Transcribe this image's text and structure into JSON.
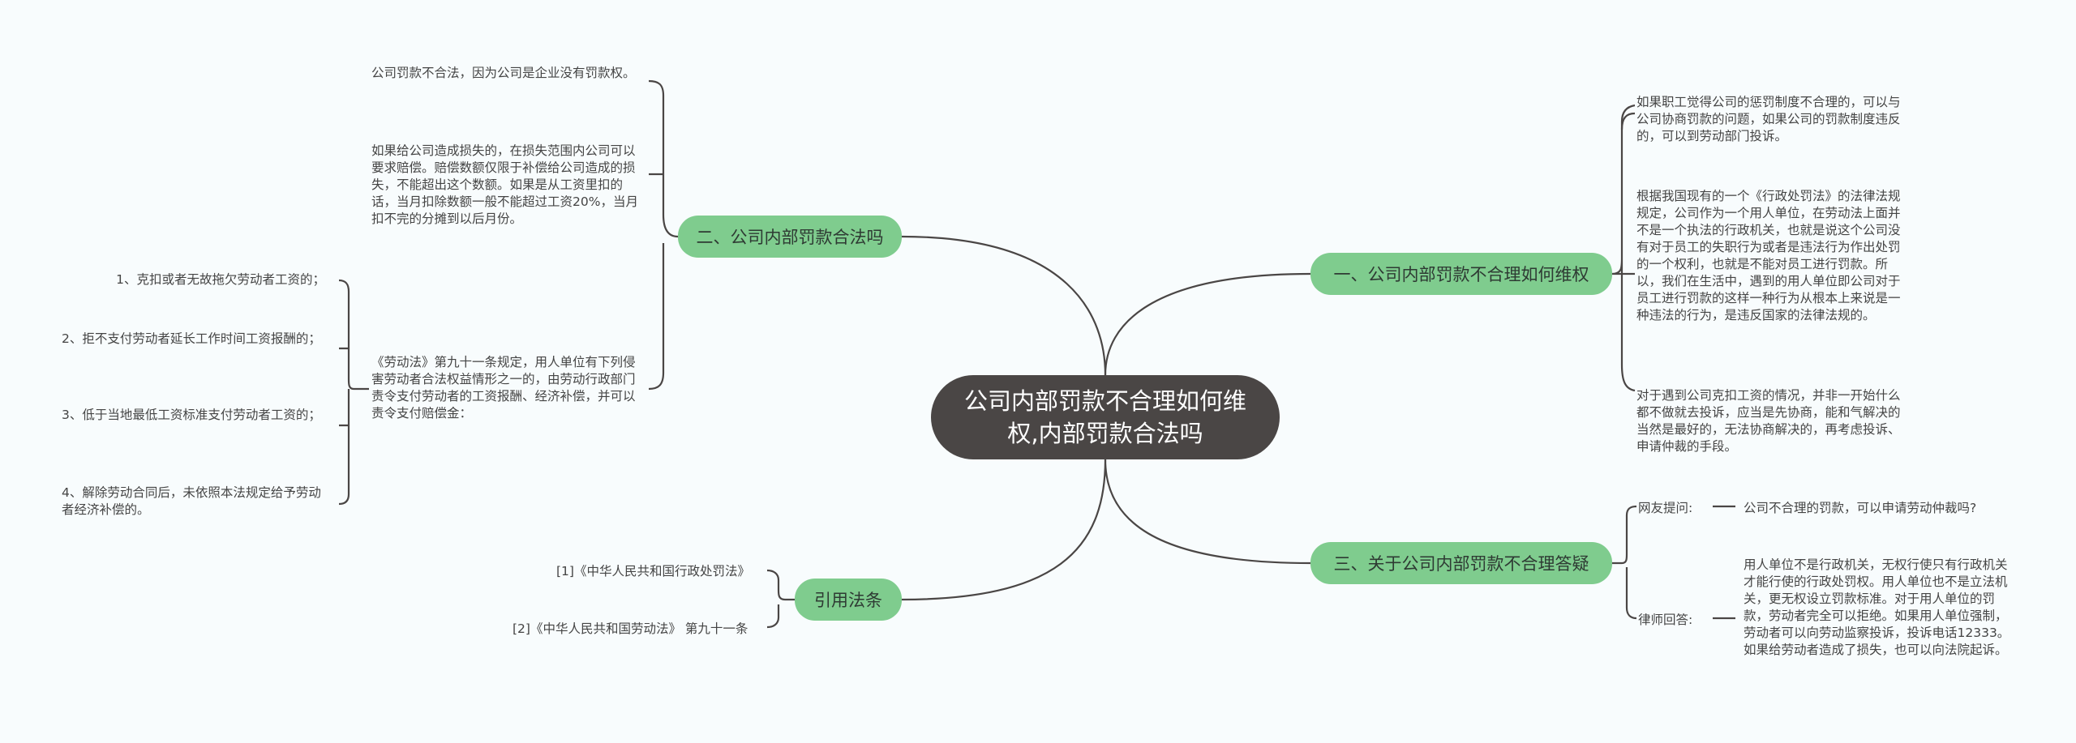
{
  "center": {
    "title": "公司内部罚款不合理如何维权,内部罚款合法吗"
  },
  "branches": {
    "b1": {
      "label": "一、公司内部罚款不合理如何维权",
      "items": [
        "如果职工觉得公司的惩罚制度不合理的，可以与公司协商罚款的问题，如果公司的罚款制度违反的，可以到劳动部门投诉。",
        "根据我国现有的一个《行政处罚法》的法律法规规定，公司作为一个用人单位，在劳动法上面并不是一个执法的行政机关，也就是说这个公司没有对于员工的失职行为或者是违法行为作出处罚的一个权利，也就是不能对员工进行罚款。所以，我们在生活中，遇到的用人单位即公司对于员工进行罚款的这样一种行为从根本上来说是一种违法的行为，是违反国家的法律法规的。",
        "对于遇到公司克扣工资的情况，并非一开始什么都不做就去投诉，应当是先协商，能和气解决的当然是最好的，无法协商解决的，再考虑投诉、申请仲裁的手段。"
      ]
    },
    "b2": {
      "label": "二、公司内部罚款合法吗",
      "items": [
        "公司罚款不合法，因为公司是企业没有罚款权。",
        "如果给公司造成损失的，在损失范围内公司可以要求赔偿。赔偿数额仅限于补偿给公司造成的损失，不能超出这个数额。如果是从工资里扣的话，当月扣除数额一般不能超过工资20%，当月扣不完的分摊到以后月份。",
        "《劳动法》第九十一条规定，用人单位有下列侵害劳动者合法权益情形之一的，由劳动行政部门责令支付劳动者的工资报酬、经济补偿，并可以责令支付赔偿金："
      ],
      "sub_items": [
        "1、克扣或者无故拖欠劳动者工资的；",
        "2、拒不支付劳动者延长工作时间工资报酬的；",
        "3、低于当地最低工资标准支付劳动者工资的；",
        "4、解除劳动合同后，未依照本法规定给予劳动者经济补偿的。"
      ]
    },
    "b3": {
      "label": "三、关于公司内部罚款不合理答疑",
      "question_label": "网友提问:",
      "question": "公司不合理的罚款，可以申请劳动仲裁吗?",
      "answer_label": "律师回答:",
      "answer": "用人单位不是行政机关，无权行使只有行政机关才能行使的行政处罚权。用人单位也不是立法机关，更无权设立罚款标准。对于用人单位的罚款，劳动者完全可以拒绝。如果用人单位强制，劳动者可以向劳动监察投诉，投诉电话12333。如果给劳动者造成了损失，也可以向法院起诉。"
    },
    "b4": {
      "label": "引用法条",
      "items": [
        "[1]《中华人民共和国行政处罚法》",
        "[2]《中华人民共和国劳动法》 第九十一条"
      ]
    }
  },
  "colors": {
    "center_bg": "#4a4645",
    "branch_bg": "#7fcc8e",
    "line": "#4a4645",
    "background": "#f8fcfd"
  }
}
